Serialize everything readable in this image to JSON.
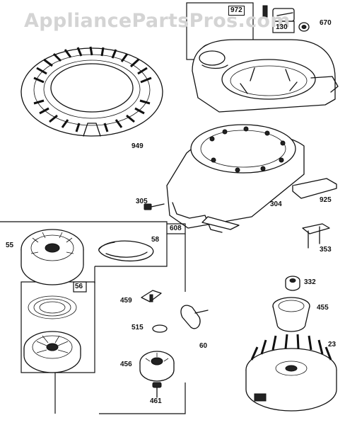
{
  "watermark": "AppliancePartsPros.com",
  "callouts": {
    "p972": "972",
    "p670": "670",
    "p130": "130",
    "p949": "949",
    "p305": "305",
    "p304": "304",
    "p925": "925",
    "p608": "608",
    "p55": "55",
    "p58": "58",
    "p353": "353",
    "p56": "56",
    "p332": "332",
    "p459": "459",
    "p455": "455",
    "p515": "515",
    "p60": "60",
    "p23": "23",
    "p456": "456",
    "p461": "461"
  }
}
